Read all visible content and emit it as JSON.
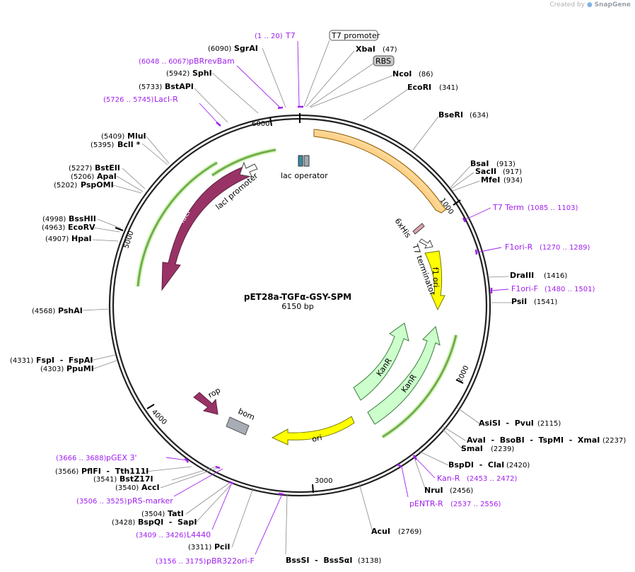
{
  "watermark": {
    "prefix": "Created by",
    "brand": "SnapGene"
  },
  "plasmid": {
    "name": "pET28a-TGFα-GSY-SPM",
    "size_label": "6150 bp"
  },
  "ticks": [
    "1000",
    "2000",
    "3000",
    "4000",
    "5000",
    "6000"
  ],
  "features": [
    {
      "label": "f1 ori",
      "color": "#ffff00"
    },
    {
      "label": "KanR",
      "color": "#ccffcc"
    },
    {
      "label": "KanR",
      "color": "#ccffcc"
    },
    {
      "label": "ori",
      "color": "#ffff00"
    },
    {
      "label": "lacI",
      "color": "#993366"
    },
    {
      "label": "lacI promoter"
    },
    {
      "label": "lac operator"
    },
    {
      "label": "6xHis"
    },
    {
      "label": "T7 terminator"
    },
    {
      "label": "rop"
    },
    {
      "label": "bom"
    },
    {
      "label": "T7 promoter"
    },
    {
      "label": "RBS"
    }
  ],
  "enzymes_right": [
    {
      "name": "XbaI",
      "pos": "(47)"
    },
    {
      "name": "NcoI",
      "pos": "(86)"
    },
    {
      "name": "EcoRI",
      "pos": "(341)"
    },
    {
      "name": "BseRI",
      "pos": "(634)"
    },
    {
      "name": "BsaI",
      "pos": "(913)"
    },
    {
      "name": "SacII",
      "pos": "(917)"
    },
    {
      "name": "MfeI",
      "pos": "(934)"
    },
    {
      "name": "DraIII",
      "pos": "(1416)"
    },
    {
      "name": "PsiI",
      "pos": "(1541)"
    },
    {
      "name": "AsiSI  -  PvuI",
      "pos": "(2115)"
    },
    {
      "name": "AvaI  -  BsoBI  -  TspMI  -  XmaI",
      "pos": "(2237)"
    },
    {
      "name": "SmaI",
      "pos": "(2239)"
    },
    {
      "name": "BspDI  -  ClaI",
      "pos": "(2420)"
    },
    {
      "name": "NruI",
      "pos": "(2456)"
    },
    {
      "name": "AcuI",
      "pos": "(2769)"
    },
    {
      "name": "BssSI  -  BssSαI",
      "pos": "(3138)"
    }
  ],
  "enzymes_left": [
    {
      "name": "SgrAI",
      "pos": "(6090)"
    },
    {
      "name": "SphI",
      "pos": "(5942)"
    },
    {
      "name": "BstAPI",
      "pos": "(5733)"
    },
    {
      "name": "MluI",
      "pos": "(5409)"
    },
    {
      "name": "BclI *",
      "pos": "(5395)"
    },
    {
      "name": "BstEII",
      "pos": "(5227)"
    },
    {
      "name": "ApaI",
      "pos": "(5206)"
    },
    {
      "name": "PspOMI",
      "pos": "(5202)"
    },
    {
      "name": "BssHII",
      "pos": "(4998)"
    },
    {
      "name": "EcoRV",
      "pos": "(4963)"
    },
    {
      "name": "HpaI",
      "pos": "(4907)"
    },
    {
      "name": "PshAI",
      "pos": "(4568)"
    },
    {
      "name": "FspI  -  FspAI",
      "pos": "(4331)"
    },
    {
      "name": "PpuMI",
      "pos": "(4303)"
    },
    {
      "name": "PflFI  -  Tth111I",
      "pos": "(3566)"
    },
    {
      "name": "BstZ17I",
      "pos": "(3541)"
    },
    {
      "name": "AccI",
      "pos": "(3540)"
    },
    {
      "name": "TatI",
      "pos": "(3504)"
    },
    {
      "name": "BspQI  -  SapI",
      "pos": "(3428)"
    },
    {
      "name": "PciI",
      "pos": "(3311)"
    }
  ],
  "primers": [
    {
      "name": "T7",
      "range": "(1 .. 20)"
    },
    {
      "name": "pBRrevBam",
      "range": "(6048 .. 6067)"
    },
    {
      "name": "LacI-R",
      "range": "(5726 .. 5745)"
    },
    {
      "name": "T7 Term",
      "range": "(1085 .. 1103)"
    },
    {
      "name": "F1ori-R",
      "range": "(1270 .. 1289)"
    },
    {
      "name": "F1ori-F",
      "range": "(1480 .. 1501)"
    },
    {
      "name": "Kan-R",
      "range": "(2453 .. 2472)"
    },
    {
      "name": "pENTR-R",
      "range": "(2537 .. 2556)"
    },
    {
      "name": "pGEX 3'",
      "range": "(3666 .. 3688)"
    },
    {
      "name": "pRS-marker",
      "range": "(3506 .. 3525)"
    },
    {
      "name": "L4440",
      "range": "(3409 .. 3426)"
    },
    {
      "name": "pBR322ori-F",
      "range": "(3156 .. 3175)"
    }
  ]
}
